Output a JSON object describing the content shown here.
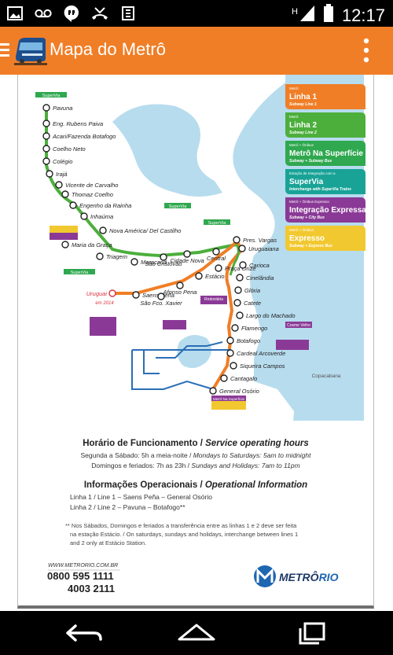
{
  "status_bar": {
    "time": "12:17",
    "left_icons": [
      "image-icon",
      "voicemail-icon",
      "hangouts-icon",
      "missed-call-icon",
      "signal-icon"
    ],
    "network": "H"
  },
  "app_bar": {
    "title": "Mapa do Metrô"
  },
  "legend": [
    {
      "kicker": "Metrô",
      "title": "Linha 1",
      "sub": "Subway Line 1",
      "color": "#f07e27"
    },
    {
      "kicker": "Metrô",
      "title": "Linha 2",
      "sub": "Subway Line 2",
      "color": "#4caf3c"
    },
    {
      "kicker": "Metrô + Ônibus",
      "title": "Metrô Na Superfície",
      "sub": "Subway + Subway Bus",
      "color": "#2fa84f"
    },
    {
      "kicker": "Estação de Integração com a",
      "title": "SuperVia",
      "sub": "Interchange with SuperVia Trains",
      "color": "#19a397"
    },
    {
      "kicker": "Metrô + Ônibus Expresso",
      "title": "Integração Expressa",
      "sub": "Subway + City Bus",
      "color": "#8a3a96"
    },
    {
      "kicker": "Metrô + Ônibus",
      "title": "Expresso",
      "sub": "Subway + Express Bus",
      "color": "#f2c830"
    }
  ],
  "stations_line2": [
    "Pavuna",
    "Eng. Rubens Paiva",
    "Acari/Fazenda Botafogo",
    "Coelho Neto",
    "Colégio",
    "Irajá",
    "Vicente de Carvalho",
    "Thomaz Coelho",
    "Engenho da Rainha",
    "Inhaúma",
    "Nova América/ Del Castilho",
    "Maria da Graça",
    "Triagem",
    "Maracanã",
    "São Cristóvão",
    "Cidade Nova",
    "Central",
    "Pres. Vargas"
  ],
  "stations_line1": [
    "Uruguai",
    "Saens Peña",
    "São Fco. Xavier",
    "Afonso Pena",
    "Estácio",
    "Praça Onze",
    "Uruguaiana",
    "Carioca",
    "Cinelândia",
    "Glória",
    "Catete",
    "Largo do Machado",
    "Flamengo",
    "Botafogo",
    "Cardeal Arcoverde",
    "Siqueira Campos",
    "Cantagalo",
    "General Osório"
  ],
  "map_labels": {
    "supervia": "SuperVia",
    "uruguai_note": "em 2014",
    "copacabana": "Copacabana",
    "cosme_velho": "Cosme Velho",
    "rodoviaria": "Rodoviária",
    "supervia_tag": "SuperVia",
    "bus_tag": "Metrô Na Superfície"
  },
  "hours": {
    "heading_pt": "Horário de Funcionamento / ",
    "heading_en": "Service operating hours",
    "line1_pt": "Segunda a Sábado: 5h a meia-noite / ",
    "line1_en": "Mondays to Saturdays: 5am to midnight",
    "line2_pt": "Domingos e feriados: 7h as 23h / ",
    "line2_en": "Sundays and Holidays: 7am to 11pm"
  },
  "info": {
    "heading_pt": "Informações Operacionais / ",
    "heading_en": "Operational Information",
    "line1": "Linha 1 / Line 1 – Saens Peña – General Osório",
    "line2": "Linha 2 / Line 2 – Pavuna – Botafogo**"
  },
  "note": {
    "line_a": "** Nos Sábados, Domingos e feriados a transferência entre as linhas 1 e 2 deve ser feita",
    "line_b": "na estação Estácio. / On saturdays, sundays and holidays, interchange between lines 1",
    "line_c": "and 2 only at Estácio Station."
  },
  "contact": {
    "url": "WWW.METRORIO.COM.BR",
    "phone1": "0800 595 1111",
    "phone2": "4003 2111"
  },
  "brand": {
    "name1": "METRÔ",
    "name2": "RIO"
  },
  "colors": {
    "orange": "#f07e27",
    "green": "#4caf3c",
    "purple": "#8a3a96",
    "water": "#b7dcee"
  }
}
